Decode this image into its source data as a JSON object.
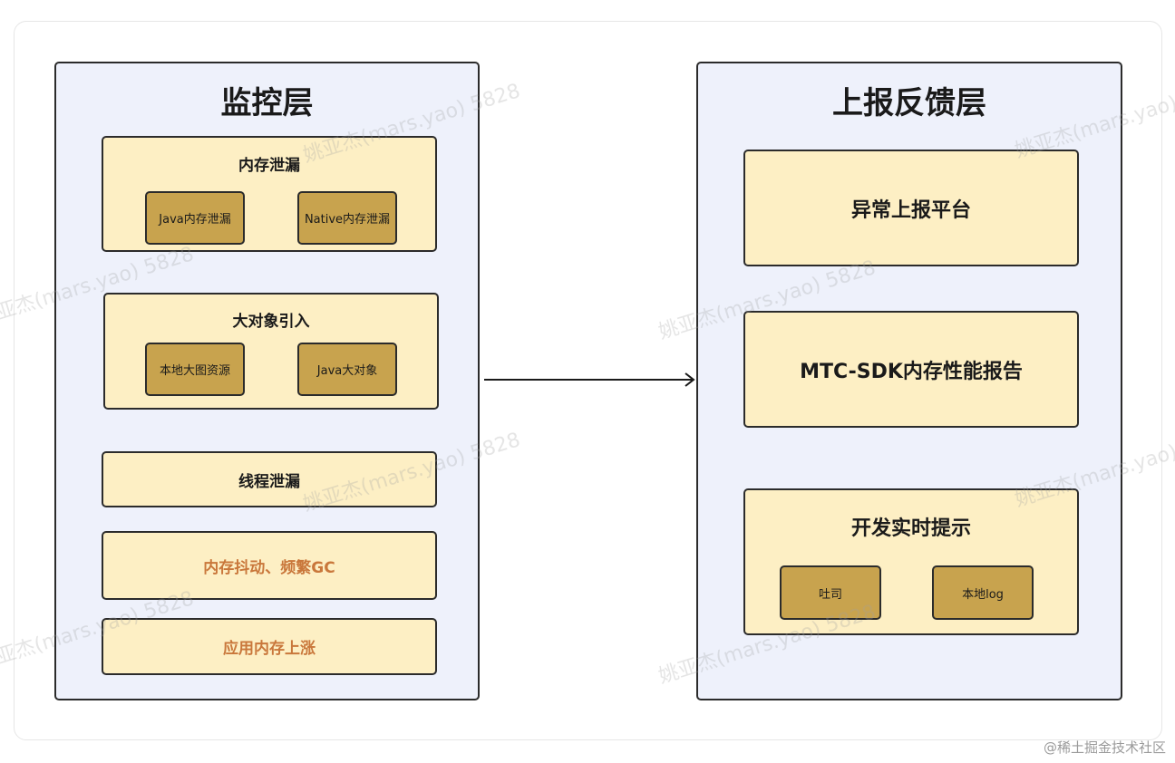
{
  "monitor_layer": {
    "title": "监控层",
    "memory_leak": {
      "title": "内存泄漏",
      "items": [
        "Java内存泄漏",
        "Native内存泄漏"
      ]
    },
    "large_object": {
      "title": "大对象引入",
      "items": [
        "本地大图资源",
        "Java大对象"
      ]
    },
    "thread_leak": "线程泄漏",
    "memory_jitter": "内存抖动、频繁GC",
    "memory_rise": "应用内存上涨"
  },
  "report_layer": {
    "title": "上报反馈层",
    "exception_platform": "异常上报平台",
    "sdk_report": "MTC-SDK内存性能报告",
    "dev_hint": {
      "title": "开发实时提示",
      "items": [
        "吐司",
        "本地log"
      ]
    }
  },
  "watermark": "姚亚杰(mars.yao) 5828",
  "footer": "@稀土掘金技术社区"
}
